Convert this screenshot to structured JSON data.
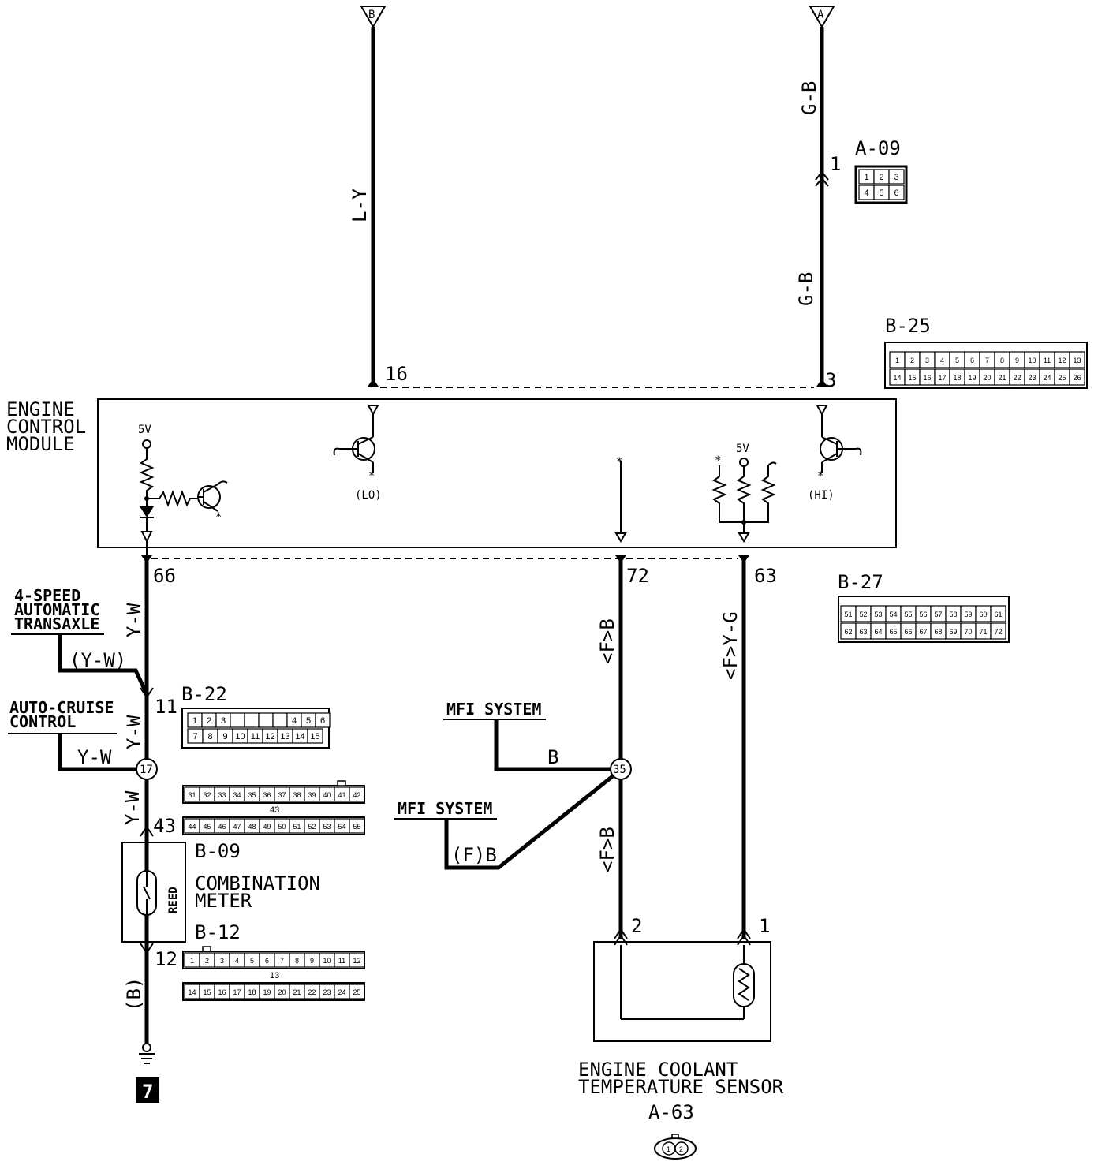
{
  "terminals": {
    "top_b": "B",
    "top_a": "A",
    "ground_ref": "7"
  },
  "ecm": {
    "title_lines": [
      "ENGINE",
      "CONTROL",
      "MODULE"
    ],
    "supply_left": "5V",
    "supply_right": "5V",
    "lo_label": "(LO)",
    "hi_label": "(HI)"
  },
  "pins": {
    "p16": "16",
    "p3": "3",
    "p1_a09": "1",
    "p66": "66",
    "p72": "72",
    "p63": "63",
    "p11": "11",
    "p17": "17",
    "p35": "35",
    "p43": "43",
    "p12": "12",
    "p2_sensor": "2",
    "p1_sensor": "1"
  },
  "wires": {
    "ly": "L-Y",
    "gb_upper": "G-B",
    "gb_lower": "G-B",
    "yw_upper": "Y-W",
    "yw_mid": "Y-W",
    "yw_lower": "Y-W",
    "yw_paren": "(Y-W)",
    "yw_cruise": "Y-W",
    "b_paren": "(B)",
    "fb_upper": "<F>B",
    "fb_lower": "<F>B",
    "fyg": "<F>Y-G",
    "b_mfi": "B",
    "fb_mfi": "(F)B"
  },
  "branches": {
    "transaxle_lines": [
      "4-SPEED",
      "AUTOMATIC",
      "TRANSAXLE"
    ],
    "cruise_lines": [
      "AUTO-CRUISE",
      "CONTROL"
    ],
    "mfi1": "MFI SYSTEM",
    "mfi2": "MFI SYSTEM"
  },
  "components": {
    "meter_lines": [
      "COMBINATION",
      "METER"
    ],
    "reed": "REED",
    "sensor_lines": [
      "ENGINE COOLANT",
      "TEMPERATURE SENSOR"
    ],
    "sensor_code": "A-63"
  },
  "connectors": {
    "a09": {
      "code": "A-09",
      "row1": [
        "1",
        "2",
        "3"
      ],
      "row2": [
        "4",
        "5",
        "6"
      ]
    },
    "b25": {
      "code": "B-25",
      "row1": [
        "1",
        "2",
        "3",
        "4",
        "5",
        "6",
        "7",
        "8",
        "9",
        "10",
        "11",
        "12",
        "13"
      ],
      "row2": [
        "14",
        "15",
        "16",
        "17",
        "18",
        "19",
        "20",
        "21",
        "22",
        "23",
        "24",
        "25",
        "26"
      ]
    },
    "b27": {
      "code": "B-27",
      "row1": [
        "51",
        "52",
        "53",
        "54",
        "55",
        "56",
        "57",
        "58",
        "59",
        "60",
        "61"
      ],
      "row2": [
        "62",
        "63",
        "64",
        "65",
        "66",
        "67",
        "68",
        "69",
        "70",
        "71",
        "72"
      ]
    },
    "b22": {
      "code": "B-22",
      "row1": [
        "1",
        "2",
        "3",
        "",
        "",
        "",
        "",
        "4",
        "5",
        "6"
      ],
      "row2": [
        "7",
        "8",
        "9",
        "10",
        "11",
        "12",
        "13",
        "14",
        "15"
      ]
    },
    "b09": {
      "code": "B-09",
      "row1": [
        "31",
        "32",
        "33",
        "34",
        "35",
        "36",
        "37",
        "38",
        "39",
        "40",
        "41",
        "42"
      ],
      "middle": "43",
      "row2": [
        "44",
        "45",
        "46",
        "47",
        "48",
        "49",
        "50",
        "51",
        "52",
        "53",
        "54",
        "55"
      ]
    },
    "b12": {
      "code": "B-12",
      "row1": [
        "1",
        "2",
        "3",
        "4",
        "5",
        "6",
        "7",
        "8",
        "9",
        "10",
        "11",
        "12"
      ],
      "middle": "13",
      "row2": [
        "14",
        "15",
        "16",
        "17",
        "18",
        "19",
        "20",
        "21",
        "22",
        "23",
        "24",
        "25"
      ]
    },
    "a63": {
      "row": [
        "1",
        "2"
      ]
    }
  }
}
